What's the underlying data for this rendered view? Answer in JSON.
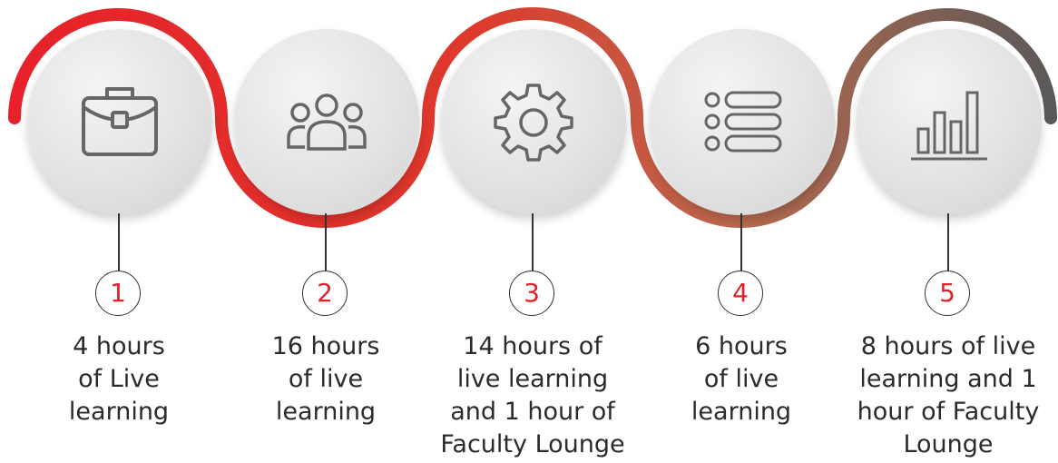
{
  "colors": {
    "wave_start": "#e8202a",
    "wave_mid": "#c96a44",
    "wave_end": "#595959",
    "badge_number": "#e0202a",
    "icon_stroke": "#666666"
  },
  "steps": [
    {
      "number": "1",
      "icon": "briefcase-icon",
      "lines": [
        "4 hours",
        "of Live",
        "learning"
      ]
    },
    {
      "number": "2",
      "icon": "people-group-icon",
      "lines": [
        "16 hours",
        "of live",
        "learning"
      ]
    },
    {
      "number": "3",
      "icon": "gear-icon",
      "lines": [
        "14 hours of",
        "live learning",
        "and 1 hour of",
        "Faculty Lounge"
      ]
    },
    {
      "number": "4",
      "icon": "list-icon",
      "lines": [
        "6 hours",
        "of live",
        "learning"
      ]
    },
    {
      "number": "5",
      "icon": "bar-chart-icon",
      "lines": [
        "8 hours of live",
        "learning and 1",
        "hour of Faculty",
        "Lounge"
      ]
    }
  ]
}
